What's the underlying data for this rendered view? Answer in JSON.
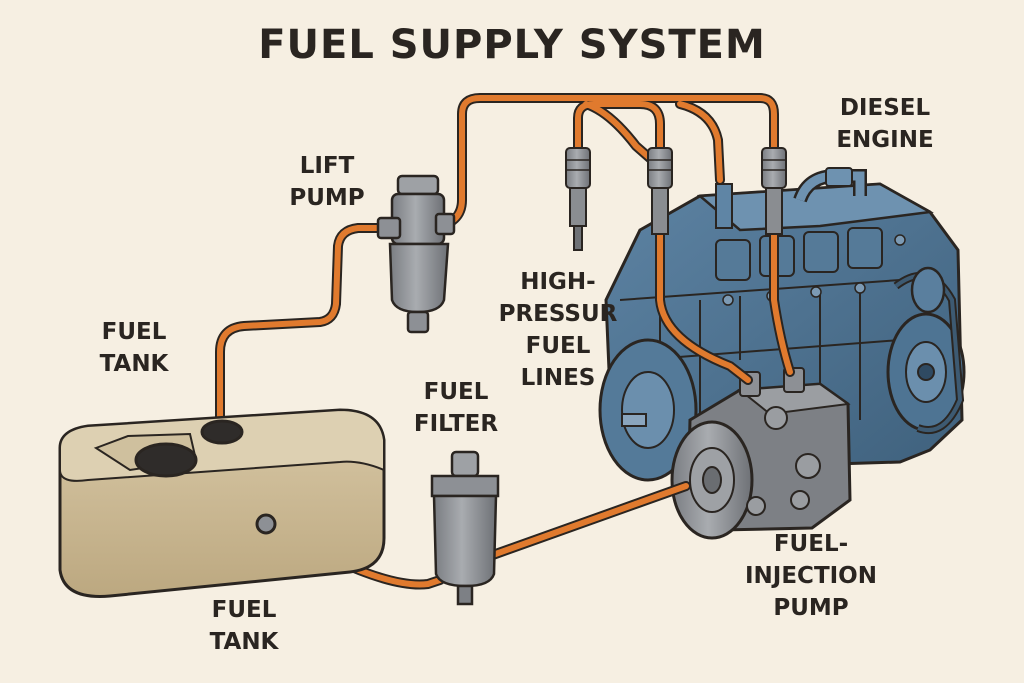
{
  "title": "FUEL SUPPLY SYSTEM",
  "labels": {
    "diesel_engine": [
      "DIESEL",
      "ENGINE"
    ],
    "lift_pump": [
      "LIFT",
      "PUMP"
    ],
    "fuel_tank_upper": [
      "FUEL",
      "TANK"
    ],
    "high_pressure_lines": [
      "HIGH-",
      "PRESSUR",
      "FUEL",
      "LINES"
    ],
    "fuel_filter": [
      "FUEL",
      "FILTER"
    ],
    "fuel_tank_lower": [
      "FUEL",
      "TANK"
    ],
    "injection_pump": [
      "FUEL-",
      "INJECTION",
      "PUMP"
    ]
  },
  "colors": {
    "background": "#f6efe2",
    "fuel_line": "#e07a2e",
    "engine": "#4f7391",
    "tank": "#cdbb97",
    "metal": "#8f9296",
    "outline": "#2a2521"
  }
}
